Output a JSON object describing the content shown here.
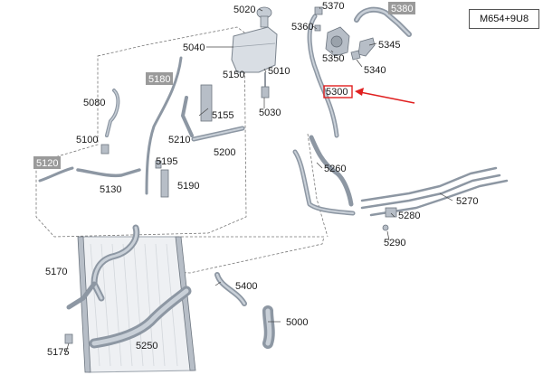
{
  "model_code": "M654+9U8",
  "labels": {
    "p5020": "5020",
    "p5370": "5370",
    "p5380": "5380",
    "p5360": "5360",
    "p5040": "5040",
    "p5345": "5345",
    "p5350": "5350",
    "p5150": "5150",
    "p5180": "5180",
    "p5010": "5010",
    "p5340": "5340",
    "p5080": "5080",
    "p5300": "5300",
    "p5155": "5155",
    "p5030": "5030",
    "p5210": "5210",
    "p5100": "5100",
    "p5200": "5200",
    "p5260": "5260",
    "p5120": "5120",
    "p5195": "5195",
    "p5130": "5130",
    "p5190": "5190",
    "p5270": "5270",
    "p5280": "5280",
    "p5290": "5290",
    "p5170": "5170",
    "p5400": "5400",
    "p5000": "5000",
    "p5175": "5175",
    "p5250": "5250"
  },
  "highlight_color": "#9a9a9a",
  "arrow_color": "#e02020"
}
